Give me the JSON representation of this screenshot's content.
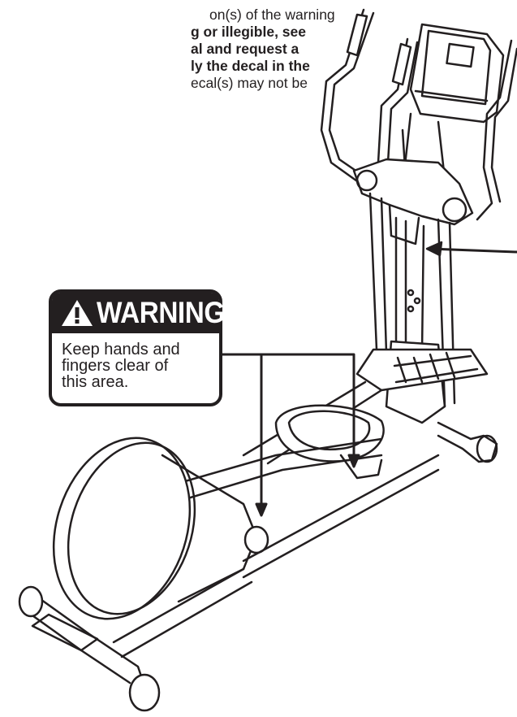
{
  "intro": {
    "line1": "on(s) of the warning",
    "line2": "g or illegible, see",
    "line3": "al and request a",
    "line4": "ly the decal in the",
    "line5": "ecal(s) may not be"
  },
  "warning_decal": {
    "title": "WARNING",
    "line1": "Keep hands and",
    "line2": "fingers clear of",
    "line3": "this area.",
    "icon": "warning-triangle-icon"
  },
  "colors": {
    "ink": "#231f20",
    "paper": "#ffffff"
  }
}
